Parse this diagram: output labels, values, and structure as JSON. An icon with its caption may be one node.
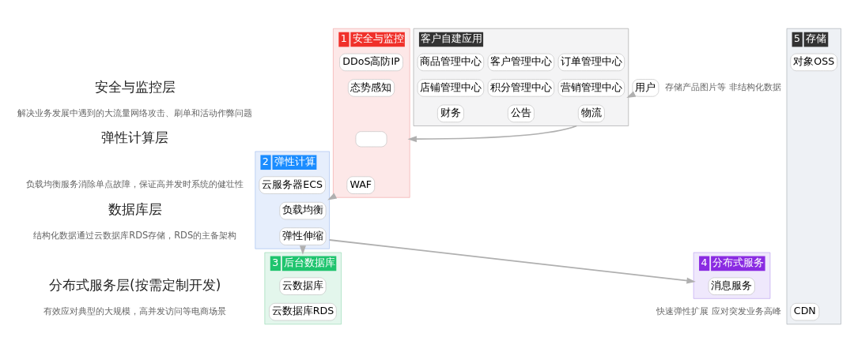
{
  "diagram": {
    "nodes": [
      {
        "text": [
          "客户自建应用"
        ]
      },
      {
        "text": [
          "客户管理中心"
        ],
        "in": 0
      },
      {
        "text": [
          "订单管理中心"
        ],
        "in": 0
      },
      {
        "text": [
          "商品管理中心"
        ],
        "in": 0
      },
      {
        "text": [
          "积分管理中心"
        ],
        "in": 0
      },
      {
        "text": [
          "营销管理中心"
        ],
        "in": 0
      },
      {
        "text": [
          "店铺管理中心"
        ],
        "in": 0
      },
      {
        "text": [
          "公告"
        ],
        "in": 0
      },
      {
        "text": [
          "物流"
        ],
        "in": 0
      },
      {
        "text": [
          "财务"
        ],
        "in": 0
      },
      {
        "text": [
          "用户"
        ]
      },
      {
        "text": [
          "1",
          "安全与监控"
        ]
      },
      {
        "text": [
          "DDoS高防IP"
        ],
        "in": 11
      },
      {
        "text": [],
        "shape": "box",
        "in": 11
      },
      {
        "text": [
          "态势感知"
        ],
        "in": 11
      },
      {
        "text": [
          "WAF"
        ],
        "in": 11
      },
      {
        "text": [
          "2",
          "弹性计算"
        ]
      },
      {
        "text": [
          "云服务器ECS"
        ],
        "in": 16
      },
      {
        "text": [
          "负载均衡"
        ],
        "in": 16
      },
      {
        "text": [
          "弹性伸缩"
        ],
        "in": 16
      },
      {
        "text": [
          "3",
          "后台数据库"
        ]
      },
      {
        "text": [
          "云数据库"
        ],
        "in": 20
      },
      {
        "text": [
          "云数据库RDS"
        ],
        "in": 20
      },
      {
        "text": [
          "4",
          "分布式服务"
        ]
      },
      {
        "text": [
          "消息服务"
        ],
        "in": 23
      },
      {
        "text": [
          "5",
          "存储"
        ]
      },
      {
        "text": [
          "CDN"
        ],
        "in": 25
      },
      {
        "text": [
          "对象OSS"
        ],
        "in": 25
      }
    ],
    "edges": [
      {
        "from": 10,
        "to": 0,
        "arrow": "to"
      },
      {
        "from": 0,
        "to": 11,
        "arrow": "to"
      },
      {
        "from": 11,
        "to": 16,
        "arrow": "to"
      },
      {
        "from": 16,
        "to": 20,
        "arrow": "to"
      },
      {
        "from": 16,
        "to": 23,
        "arrow": "to"
      }
    ],
    "labels": [
      "安全与监控层",
      "解决业务发展中遇到的大流量网络攻击、刷单和活动作弊问题",
      "弹性计算层",
      "负载均衡服务消除单点故障，保证高并发时系统的健壮性",
      "数据库层",
      "结构化数据通过云数据库RDS存储，RDS的主备架构",
      "分布式服务层(按需定制开发)",
      "有效应对典型的大规模，高并发访问等电商场景",
      "快速弹性扩展 应对突发业务高峰",
      "存储产品图片等 非结构化数据"
    ]
  }
}
